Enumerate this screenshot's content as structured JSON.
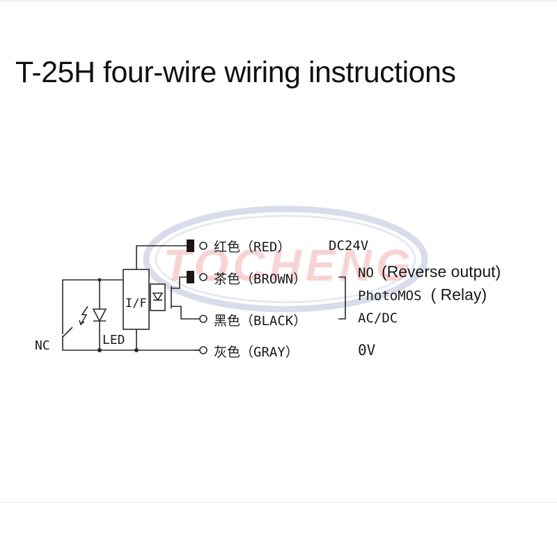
{
  "title": "T-25H four-wire wiring instructions",
  "watermark": {
    "text": "TOCHENG",
    "color": "#f3b8b8"
  },
  "circuit": {
    "nc_label": "NC",
    "led_label": "LED",
    "interface_label": "I/F"
  },
  "wires": [
    {
      "id": "red",
      "label": "红色（RED）",
      "terminal": "DC24V"
    },
    {
      "id": "brown",
      "label": "茶色（BROWN）",
      "terminal": ""
    },
    {
      "id": "black",
      "label": "黑色（BLACK）",
      "terminal": ""
    },
    {
      "id": "gray",
      "label": "灰色（GRAY）",
      "terminal": "0V"
    }
  ],
  "output": {
    "line1_code": "NO",
    "line1_note": "(Reverse output)",
    "line2_code": "PhotoMOS",
    "line2_note": "( Relay)",
    "line3_code": "AC/DC"
  },
  "colors": {
    "line": "#2a2a2a",
    "lead_fill": "#1e1414",
    "watermark_ring": "#b9bfd8"
  }
}
